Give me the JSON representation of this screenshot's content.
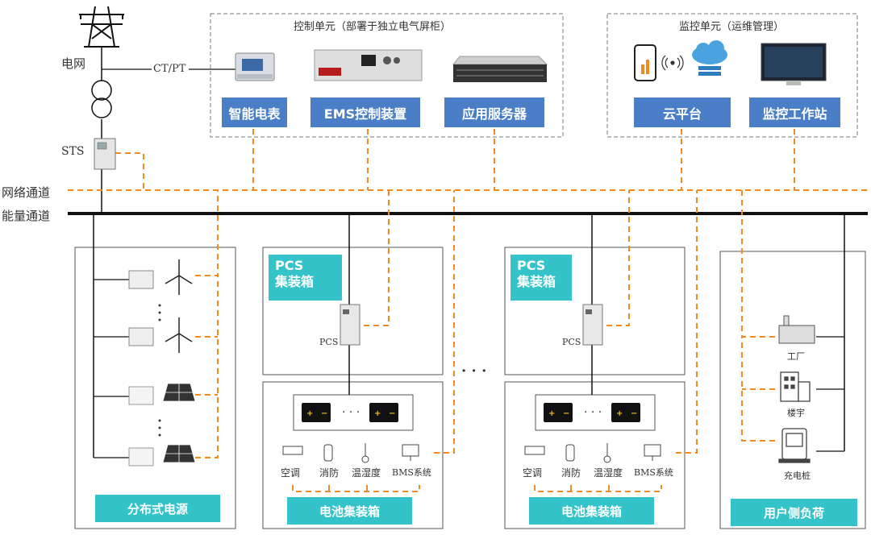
{
  "grid": {
    "label": "电网",
    "ctpt": "CT/PT",
    "sts": "STS"
  },
  "bus": {
    "network": "网络通道",
    "energy": "能量通道"
  },
  "control_unit": {
    "title": "控制单元（部署于独立电气屏柜）",
    "items": [
      "智能电表",
      "EMS控制装置",
      "应用服务器"
    ]
  },
  "monitor_unit": {
    "title": "监控单元（运维管理）",
    "items": [
      "云平台",
      "监控工作站"
    ]
  },
  "distributed": {
    "label": "分布式电源"
  },
  "pcs_containers": [
    {
      "title_line1": "PCS",
      "title_line2": "集装箱",
      "device": "PCS"
    },
    {
      "title_line1": "PCS",
      "title_line2": "集装箱",
      "device": "PCS"
    }
  ],
  "battery_containers": [
    {
      "label": "电池集装箱",
      "subsystems": [
        "空调",
        "消防",
        "温湿度",
        "BMS系统"
      ]
    },
    {
      "label": "电池集装箱",
      "subsystems": [
        "空调",
        "消防",
        "温湿度",
        "BMS系统"
      ]
    }
  ],
  "ellipsis": "· · ·",
  "load": {
    "label": "用户侧负荷",
    "items": [
      "工厂",
      "楼宇",
      "充电桩"
    ]
  },
  "colors": {
    "accent_blue": "#4a7fc7",
    "teal": "#33c3c8",
    "dash_orange": "#f08a24",
    "line": "#111111"
  }
}
